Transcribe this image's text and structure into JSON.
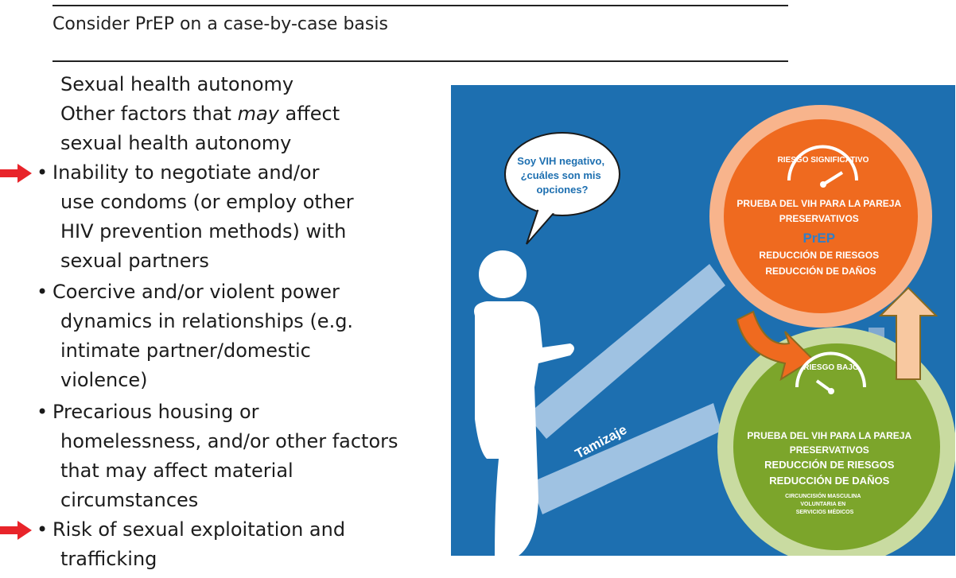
{
  "heading": "Consider PrEP on a case-by-case basis",
  "section_title": "Sexual health autonomy",
  "subtitle_lines": [
    "Other factors that",
    "may",
    "affect",
    "sexual health autonomy"
  ],
  "bullets": [
    {
      "lines": [
        "Inability to negotiate and/or",
        "use condoms (or employ other",
        "HIV prevention methods) with",
        "sexual partners"
      ],
      "arrow": true
    },
    {
      "lines": [
        "Coercive and/or violent power",
        "dynamics in relationships (e.g.",
        "intimate partner/domestic",
        "violence)"
      ],
      "arrow": false
    },
    {
      "lines": [
        "Precarious housing or",
        "homelessness, and/or other factors",
        "that may affect material",
        "circumstances"
      ],
      "arrow": false
    },
    {
      "lines": [
        "Risk of sexual exploitation and",
        "trafficking"
      ],
      "arrow": true
    }
  ],
  "bullet_glyph": "•",
  "infographic": {
    "speech_bubble": [
      "Soy VIH negativo,",
      "¿cuáles son mis",
      "opciones?"
    ],
    "screening_label": "Tamizaje",
    "high_risk": {
      "title": "RIESGO SIGNIFICATIVO",
      "items": [
        "PRUEBA DEL VIH PARA LA PAREJA",
        "PRESERVATIVOS",
        "PrEP",
        "REDUCCIÓN DE RIESGOS",
        "REDUCCIÓN DE DAÑOS"
      ]
    },
    "low_risk": {
      "title": "RIESGO BAJO",
      "items": [
        "PRUEBA DEL VIH PARA LA PAREJA",
        "PRESERVATIVOS",
        "REDUCCIÓN DE RIESGOS",
        "REDUCCIÓN DE DAÑOS"
      ],
      "small_items": [
        "CIRCUNCISIÓN MASCULINA",
        "VOLUNTARIA EN",
        "SERVICIOS MÉDICOS"
      ]
    }
  },
  "colors": {
    "background_blue": "#1d6fb0",
    "orange": "#ef6a1f",
    "orange_ring": "#f8b48c",
    "green": "#7ca52b",
    "green_ring": "#c9dba1",
    "arrow_red": "#e8242a",
    "prep_blue": "#2f7fc8"
  }
}
